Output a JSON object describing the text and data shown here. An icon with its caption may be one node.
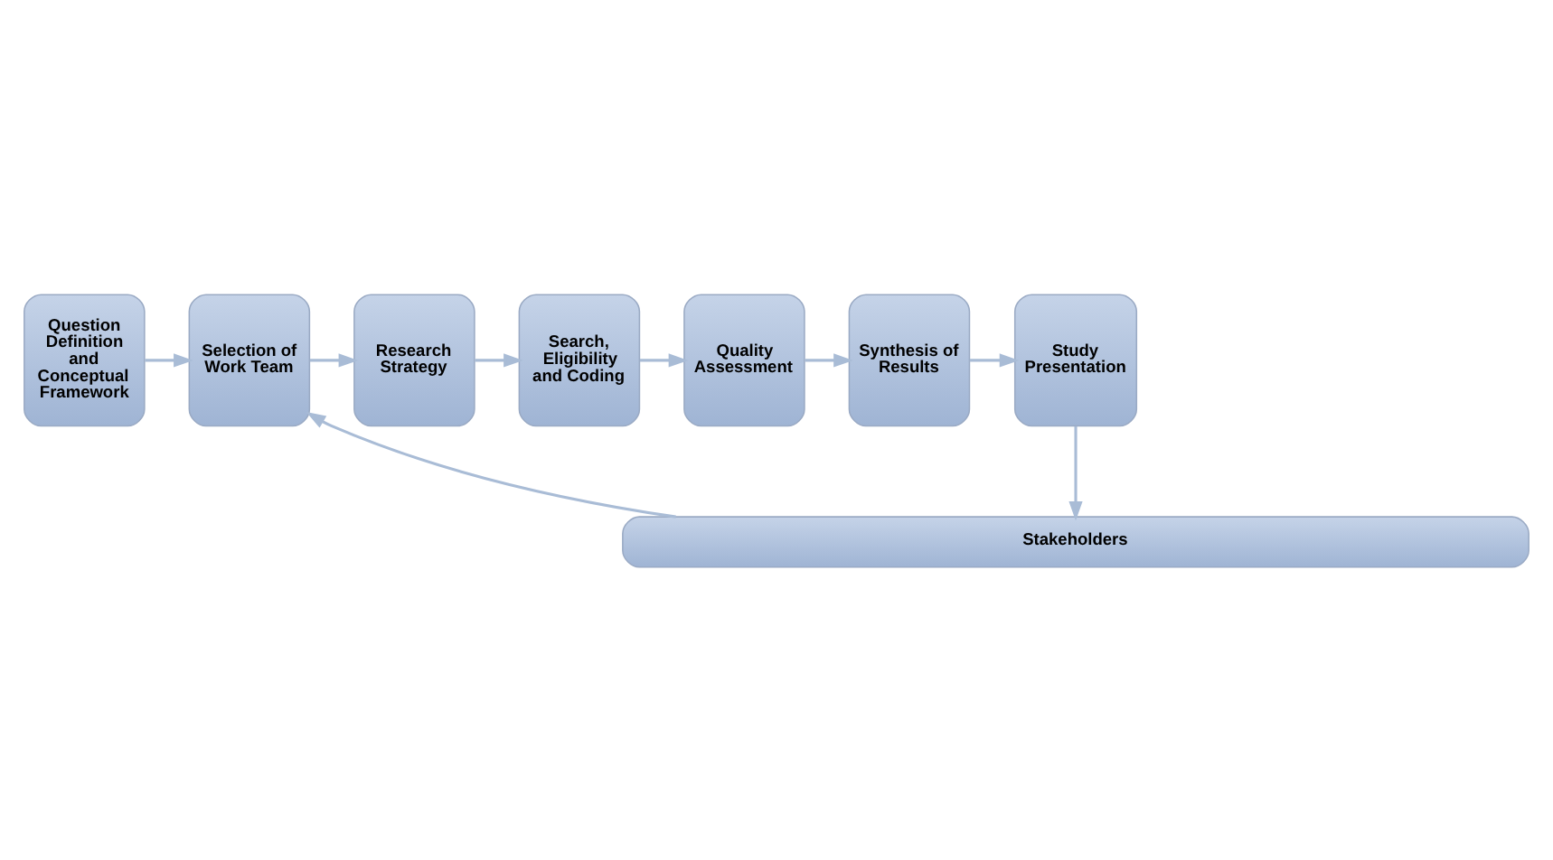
{
  "diagram": {
    "nodes": [
      {
        "text": [
          "Question Definition and Conceptual Framework"
        ]
      },
      {
        "text": [
          "Selection of Work Team"
        ]
      },
      {
        "text": [
          "Research Strategy"
        ]
      },
      {
        "text": [
          "Search, Eligibility and Coding"
        ]
      },
      {
        "text": [
          "Quality Assessment"
        ]
      },
      {
        "text": [
          "Synthesis of Results"
        ]
      },
      {
        "text": [
          "Study Presentation"
        ]
      },
      {
        "text": [
          "Stakeholders"
        ]
      }
    ],
    "edges": [
      {
        "from": 0,
        "to": 1,
        "arrow": "to"
      },
      {
        "from": 1,
        "to": 2,
        "arrow": "to"
      },
      {
        "from": 2,
        "to": 3,
        "arrow": "to"
      },
      {
        "from": 3,
        "to": 4,
        "arrow": "to"
      },
      {
        "from": 4,
        "to": 5,
        "arrow": "to"
      },
      {
        "from": 5,
        "to": 6,
        "arrow": "to"
      },
      {
        "from": 7,
        "to": 1,
        "arrow": "to"
      },
      {
        "from": 6,
        "to": 7,
        "arrow": "to"
      }
    ]
  }
}
